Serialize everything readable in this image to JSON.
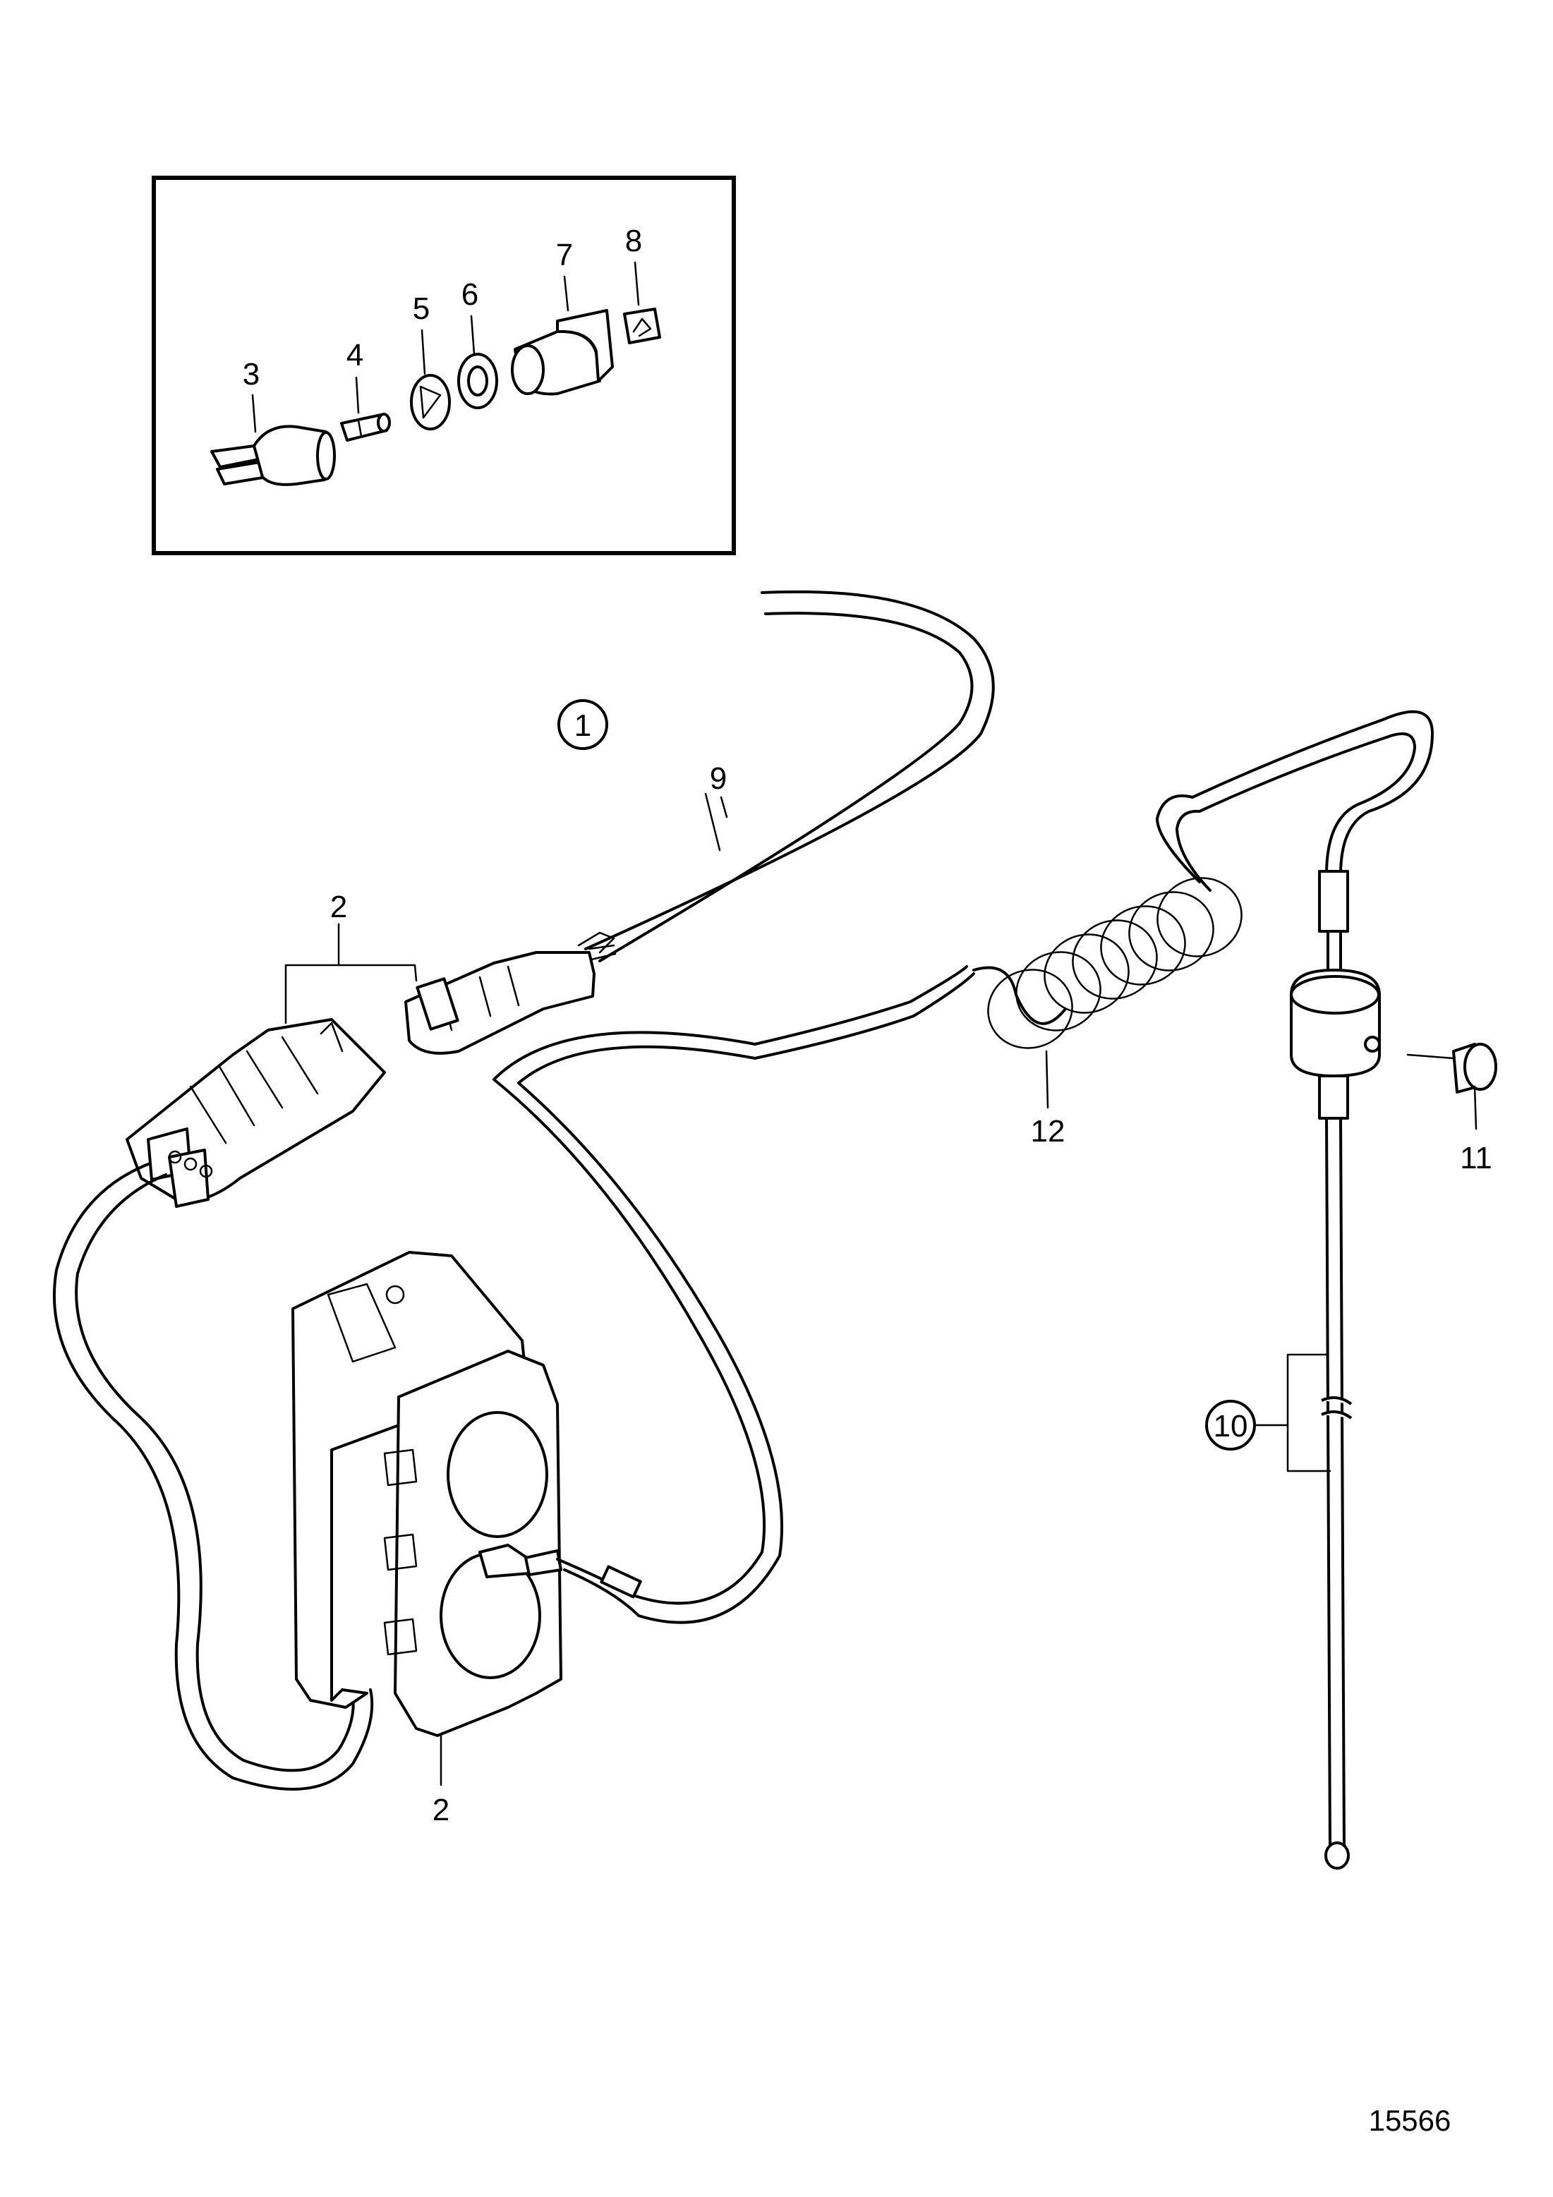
{
  "callouts": {
    "c1": "1",
    "c2_connector": "2",
    "c2_box": "2",
    "c3": "3",
    "c4": "4",
    "c5": "5",
    "c6": "6",
    "c7": "7",
    "c8": "8",
    "c9": "9",
    "c10": "10",
    "c11": "11",
    "c12": "12"
  },
  "figure_number": "15566"
}
